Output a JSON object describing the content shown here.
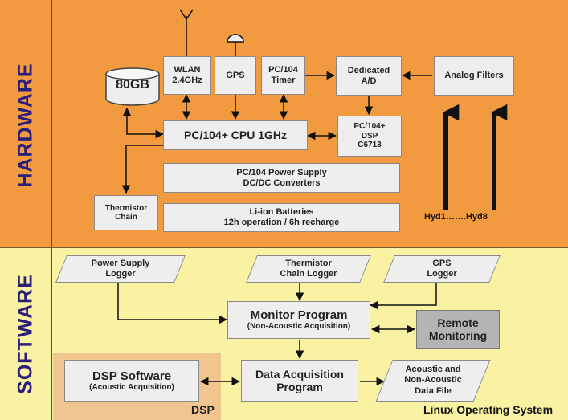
{
  "sections": {
    "hardware": "HARDWARE",
    "software": "SOFTWARE",
    "dsp": "DSP",
    "os": "Linux Operating System"
  },
  "hardware": {
    "disk": "80GB",
    "wlan": [
      "WLAN",
      "2.4GHz"
    ],
    "gps": "GPS",
    "timer": [
      "PC/104",
      "Timer"
    ],
    "dedicated_ad": [
      "Dedicated",
      "A/D"
    ],
    "analog_filters": "Analog Filters",
    "cpu": "PC/104+ CPU 1GHz",
    "dsp_board": [
      "PC/104+",
      "DSP",
      "C6713"
    ],
    "power_supply": [
      "PC/104 Power Supply",
      "DC/DC Converters"
    ],
    "thermistor_chain": [
      "Thermistor",
      "Chain"
    ],
    "batteries": [
      "Li-ion Batteries",
      "12h operation / 6h recharge"
    ],
    "hydrophones": "Hyd1…….Hyd8"
  },
  "software": {
    "power_logger": [
      "Power Supply",
      "Logger"
    ],
    "thermistor_logger": [
      "Thermistor",
      "Chain Logger"
    ],
    "gps_logger": [
      "GPS",
      "Logger"
    ],
    "monitor": [
      "Monitor Program",
      "(Non-Acoustic Acquisition)"
    ],
    "remote": [
      "Remote",
      "Monitoring"
    ],
    "dsp_software": [
      "DSP Software",
      "(Acoustic Acquisition)"
    ],
    "data_acquisition": [
      "Data Acquisition",
      "Program"
    ],
    "data_file": [
      "Acoustic and",
      "Non-Acoustic",
      "Data File"
    ]
  }
}
